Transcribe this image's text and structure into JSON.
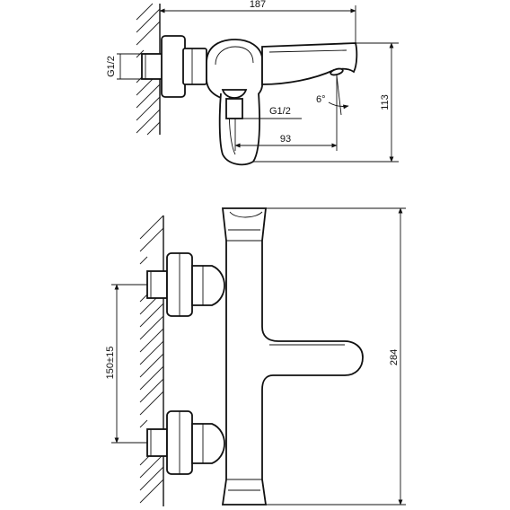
{
  "dimensions": {
    "top_width": "187",
    "top_height": "113",
    "spout_reach": "93",
    "angle": "6°",
    "inlet_thread_left": "G1/2",
    "outlet_thread": "G1/2",
    "front_height": "284",
    "inlet_spacing": "150±15"
  }
}
